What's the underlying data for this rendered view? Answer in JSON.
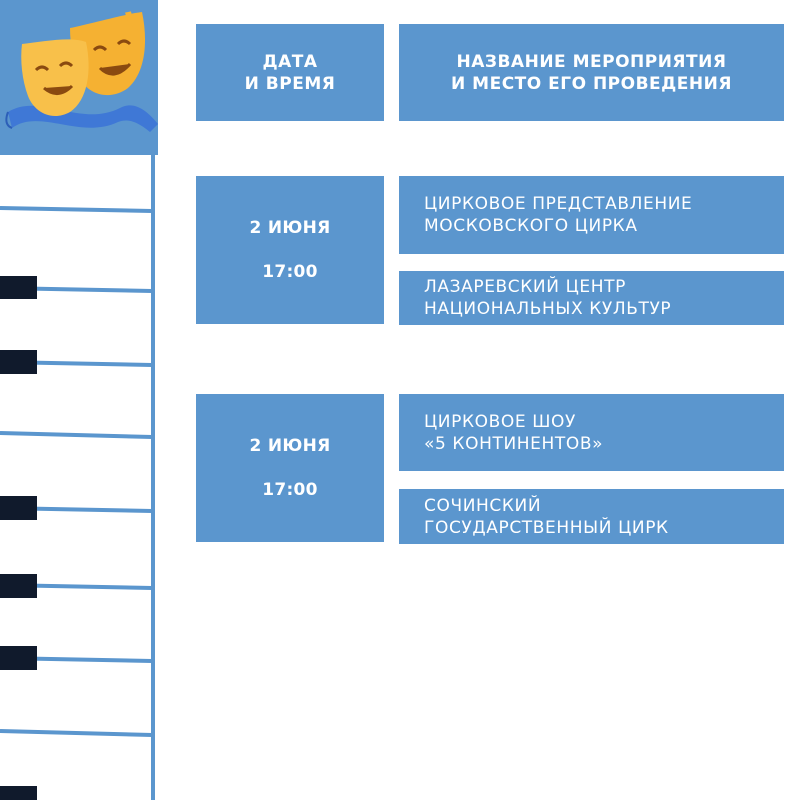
{
  "colors": {
    "box_fill": "#5b96ce",
    "strip_fill": "#5b96ce",
    "mask_color": "#f5b132",
    "ribbon_color": "#3f78d6",
    "piano_black": "#101a2c"
  },
  "icons": {
    "logo": "theatre-masks-icon"
  },
  "header": {
    "date_col": "ДАТА\nИ ВРЕМЯ",
    "event_col": "НАЗВАНИЕ МЕРОПРИЯТИЯ\nИ МЕСТО ЕГО ПРОВЕДЕНИЯ"
  },
  "events": [
    {
      "date": "2 ИЮНЯ",
      "time": "17:00",
      "title": "ЦИРКОВОЕ ПРЕДСТАВЛЕНИЕ\nМОСКОВСКОГО ЦИРКА",
      "venue": "ЛАЗАРЕВСКИЙ ЦЕНТР\nНАЦИОНАЛЬНЫХ КУЛЬТУР"
    },
    {
      "date": "2 ИЮНЯ",
      "time": "17:00",
      "title": "ЦИРКОВОЕ ШОУ\n«5 КОНТИНЕНТОВ»",
      "venue": "СОЧИНСКИЙ\nГОСУДАРСТВЕННЫЙ ЦИРК"
    }
  ]
}
